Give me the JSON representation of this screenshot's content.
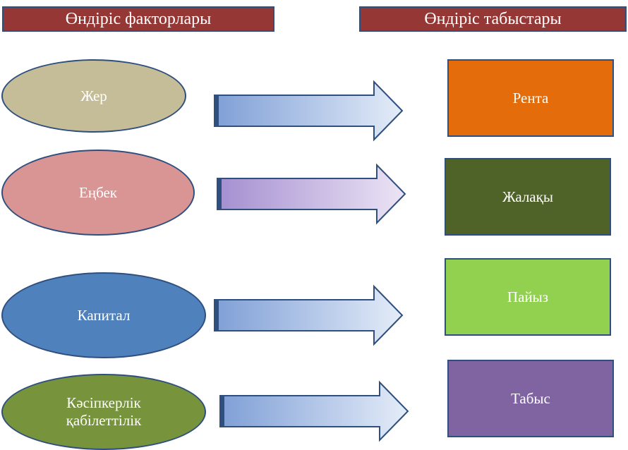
{
  "headers": {
    "factors": "Өндіріс факторлары",
    "incomes": "Өндіріс табыстары"
  },
  "factors": {
    "land": "Жер",
    "labor": "Еңбек",
    "capital": "Капитал",
    "entrepreneurship_line1": "Кәсіпкерлік",
    "entrepreneurship_line2": "қабілеттілік"
  },
  "incomes": {
    "rent": "Рента",
    "wage": "Жалақы",
    "interest": "Пайыз",
    "profit": "Табыс"
  },
  "colors": {
    "header_fill": "#953735",
    "outline": "#2f4f7f",
    "land": "#c4bd97",
    "labor": "#d99594",
    "capital": "#4f81bd",
    "entrepreneurship": "#77933c",
    "rent": "#e46c0a",
    "wage": "#4f6228",
    "interest": "#92d050",
    "profit": "#8064a2"
  }
}
